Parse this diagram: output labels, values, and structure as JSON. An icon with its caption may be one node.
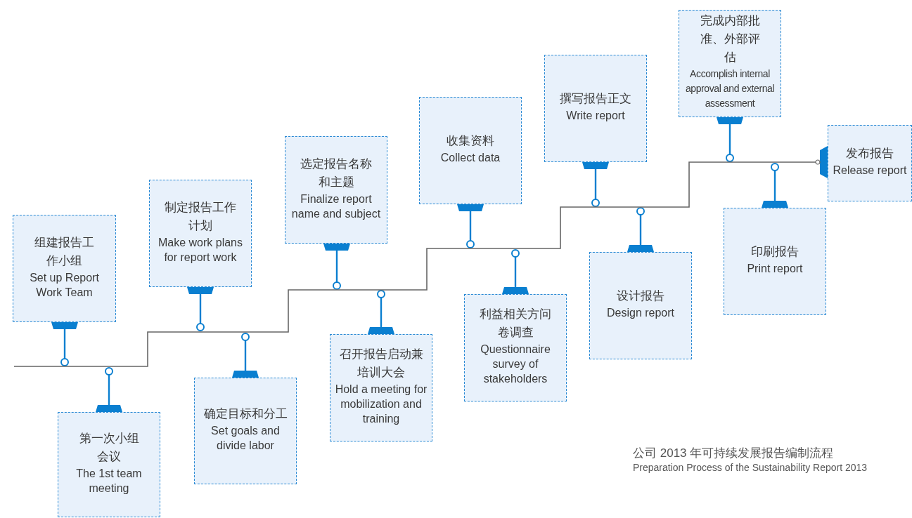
{
  "diagram": {
    "nodes": [
      {
        "text": [
          "组建报告工作小组",
          "Set up Report Work Team"
        ]
      },
      {
        "text": [
          "第一次小组会议",
          "The 1st team meeting"
        ]
      },
      {
        "text": [
          "制定报告工作计划",
          "Make work plans for report work"
        ]
      },
      {
        "text": [
          "确定目标和分工",
          "Set goals and divide labor"
        ]
      },
      {
        "text": [
          "选定报告名称和主题",
          "Finalize report name and subject"
        ]
      },
      {
        "text": [
          "召开报告启动兼培训大会",
          "Hold a meeting for mobilization and training"
        ]
      },
      {
        "text": [
          "收集资料",
          "Collect data"
        ]
      },
      {
        "text": [
          "利益相关方问卷调查",
          "Questionnaire survey of stakeholders"
        ]
      },
      {
        "text": [
          "撰写报告正文",
          "Write report"
        ]
      },
      {
        "text": [
          "设计报告",
          "Design report"
        ]
      },
      {
        "text": [
          "完成内部批准、外部评估",
          "Accomplish internal approval and external assessment"
        ]
      },
      {
        "text": [
          "印刷报告",
          "Print report"
        ]
      },
      {
        "text": [
          "发布报告",
          "Release report"
        ]
      }
    ],
    "edges": [
      {
        "from": 0,
        "to": null,
        "arrow": "other"
      },
      {
        "from": 1,
        "to": null,
        "arrow": "other"
      },
      {
        "from": 2,
        "to": null,
        "arrow": "other"
      },
      {
        "from": 3,
        "to": null,
        "arrow": "other"
      },
      {
        "from": 4,
        "to": null,
        "arrow": "other"
      },
      {
        "from": 5,
        "to": null,
        "arrow": "other"
      },
      {
        "from": 6,
        "to": null,
        "arrow": "other"
      },
      {
        "from": 7,
        "to": null,
        "arrow": "other"
      },
      {
        "from": 8,
        "to": null,
        "arrow": "other"
      },
      {
        "from": 9,
        "to": null,
        "arrow": "other"
      },
      {
        "from": 10,
        "to": null,
        "arrow": "other"
      },
      {
        "from": 11,
        "to": null,
        "arrow": "other"
      },
      {
        "from": null,
        "to": 12,
        "arrow": "other",
        "color": "#666666"
      }
    ],
    "labels": [
      "公司 2013 年可持续发展报告编制流程",
      "Preparation Process of the Sustainability Report 2013"
    ]
  }
}
